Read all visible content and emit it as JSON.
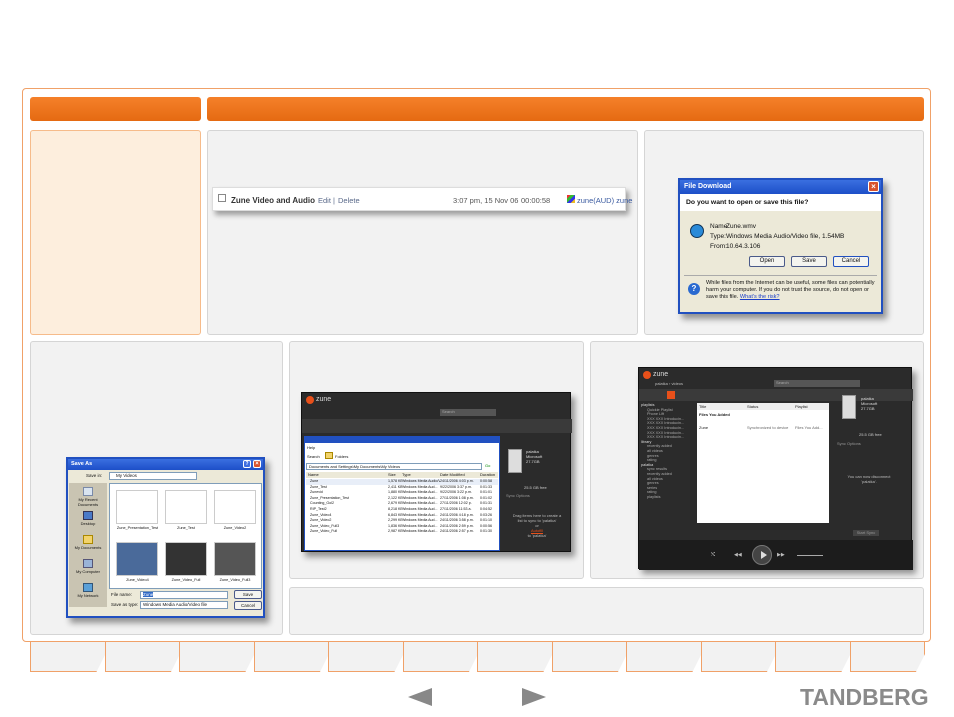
{
  "tabs_count": 12,
  "strip": {
    "title": "Zune Video and Audio",
    "edit": "Edit",
    "sep": "|",
    "del": "Delete",
    "date": "3:07 pm, 15 Nov 06",
    "duration": "00:00:58",
    "owner": "zune(AUD) zune"
  },
  "file_download": {
    "title": "File Download",
    "question": "Do you want to open or save this file?",
    "name_label": "Name:",
    "name_value": "Zune.wmv",
    "type_label": "Type:",
    "type_value": "Windows Media Audio/Video file, 1.54MB",
    "from_label": "From:",
    "from_value": "10.64.3.106",
    "open": "Open",
    "save": "Save",
    "cancel": "Cancel",
    "warning": "While files from the Internet can be useful, some files can potentially harm your computer. If you do not trust the source, do not open or save this file.",
    "risk_link": "What's the risk?"
  },
  "save_as": {
    "title": "Save As",
    "save_in_label": "Save in:",
    "save_in_value": "My Videos",
    "places": [
      "My Recent Documents",
      "Desktop",
      "My Documents",
      "My Computer",
      "My Network"
    ],
    "thumbs": [
      "Zune_Presentation_Test",
      "Zune_Test",
      "Zune_Video2",
      "Zune_Video4",
      "Zune_Video_Full",
      "Zune_Video_Full3"
    ],
    "file_name_label": "File name:",
    "file_name_value": "Zune",
    "save_type_label": "Save as type:",
    "save_type_value": "Windows Media Audio/Video file",
    "save": "Save",
    "cancel": "Cancel"
  },
  "zune_small": {
    "brand": "zune",
    "search": "Search",
    "help": "Help",
    "folders": "Folders",
    "address": "Documents and Settings\\My Documents\\My Videos",
    "go": "Go",
    "columns": [
      "Name",
      "Size",
      "Type",
      "Date Modified",
      "Duration"
    ],
    "rows": [
      [
        "Zune",
        "1,578 KB",
        "Windows Media Audio/Video file",
        "24/11/2006 4:03 p.m.",
        "0:00:58"
      ],
      [
        "Zune_Test",
        "2,411 KB",
        "Windows Media Aud...",
        "9/22/2006 3:37 p.m.",
        "0:01:33"
      ],
      [
        "Zunevid",
        "1,880 KB",
        "Windows Media Aud...",
        "9/22/2006 3:22 p.m.",
        "0:01:01"
      ],
      [
        "Zune_Presentation_Test",
        "2,122 KB",
        "Windows Media Aud...",
        "27/11/2006 1:08 p.m.",
        "0:01:02"
      ],
      [
        "Counting_Gol2",
        "2,679 KB",
        "Windows Media Aud...",
        "27/11/2006 12:02 p.",
        "0:01:31"
      ],
      [
        "RIP_Test2",
        "8,218 KB",
        "Windows Media Aud...",
        "27/11/2006 11:53 a.",
        "0:04:52"
      ],
      [
        "Zune_Video4",
        "6,843 KB",
        "Windows Media Aud...",
        "24/11/2006 4:18 p.m.",
        "0:03:26"
      ],
      [
        "Zune_Video2",
        "2,299 KB",
        "Windows Media Aud...",
        "24/11/2006 3:58 p.m.",
        "0:01:10"
      ],
      [
        "Zune_Video_Full3",
        "1,836 KB",
        "Windows Media Aud...",
        "24/11/2006 2:59 p.m.",
        "0:00:56"
      ],
      [
        "Zune_Video_Full",
        "2,987 KB",
        "Windows Media Aud...",
        "24/11/2006 2:57 p.m.",
        "0:01:30"
      ]
    ],
    "device_name": "palatka",
    "device_make": "Microsoft",
    "device_size": "27.7GB",
    "free": "25.5 GB free",
    "sync_options": "Sync Options",
    "drag_text": "Drag items here to create a list to sync to 'palatka'",
    "or": "or",
    "autofill": "Autofill",
    "autofill_to": "to 'palatka'"
  },
  "zune_large": {
    "brand": "zune",
    "nav": [
      "palatka",
      "videos"
    ],
    "search": "Search",
    "sidebar_groups": [
      {
        "name": "playlists",
        "items": [
          "Quickie Playlist",
          "Phone Lift",
          "XXX XXX Introducin...",
          "XXX XXX Introducin...",
          "XXX XXX Introducin...",
          "XXX XXX Introducin...",
          "XXX XXX Introducin..."
        ]
      },
      {
        "name": "library",
        "items": [
          "recently added",
          "all videos",
          "genres",
          "rating"
        ]
      },
      {
        "name": "palatka",
        "items": [
          "sync results",
          "recently added",
          "all videos",
          "genres",
          "series",
          "rating",
          "playlists"
        ]
      }
    ],
    "columns": [
      "Title",
      "Status",
      "Playlist"
    ],
    "section": "Files You Added",
    "row": [
      "Zune",
      "Synchronized to device",
      "Files You Add..."
    ],
    "device_name": "palatka",
    "device_make": "Microsoft",
    "device_size": "27.7GB",
    "free": "25.5 GB free",
    "sync_options": "Sync Options",
    "empty_msg": "You can now disconnect 'palatka'.",
    "start_sync": "Start Sync"
  }
}
